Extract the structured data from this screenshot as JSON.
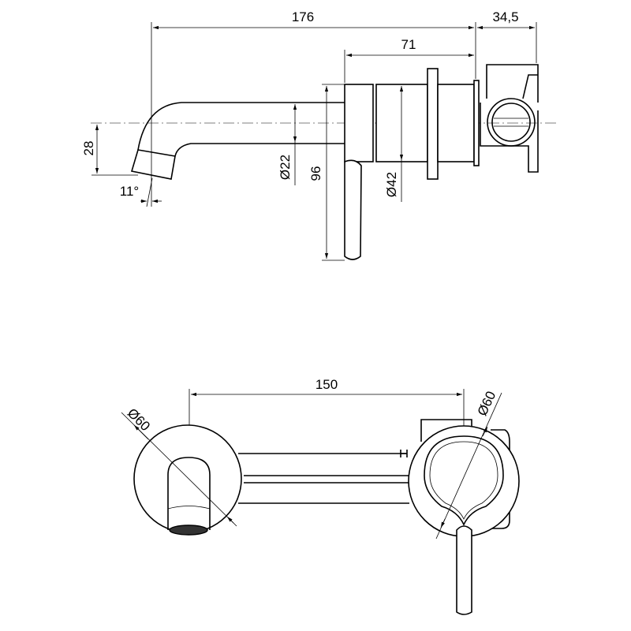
{
  "drawing": {
    "side_view": {
      "dimensions": {
        "overall_length": "176",
        "wall_box_depth": "34,5",
        "body_length": "71",
        "spout_diameter": "Ø22",
        "escutcheon_height": "96",
        "body_diameter": "Ø42",
        "spout_drop": "28",
        "spout_angle": "11°"
      }
    },
    "top_view": {
      "dimensions": {
        "centre_distance": "150",
        "spout_escutcheon_diameter": "Ø60",
        "mixer_escutcheon_diameter": "Ø60"
      }
    }
  }
}
